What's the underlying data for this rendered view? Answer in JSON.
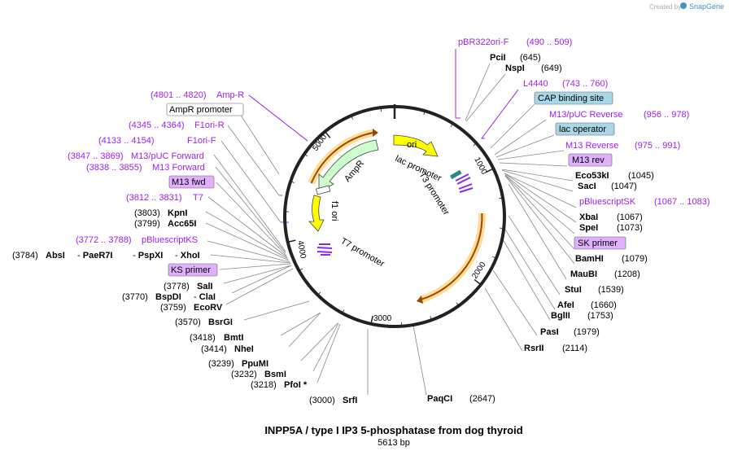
{
  "credit": {
    "created_by": "Created by",
    "brand": "SnapGene"
  },
  "map_title": "INPP5A / type I IP3 5-phosphatase from dog thyroid",
  "map_subtitle": "5613 bp",
  "ring_ticks": [
    "1000",
    "2000",
    "3000",
    "4000",
    "5000"
  ],
  "ring_features": {
    "ori": "ori",
    "lac_promoter": "lac promoter",
    "t3_promoter": "T3 promoter",
    "t7_promoter": "T7 promoter",
    "ampr": "AmpR",
    "f1_ori": "f1 ori"
  },
  "labels": {
    "pbr322": {
      "name": "pBR322ori-F",
      "pos": "(490 .. 509)"
    },
    "pcii": {
      "name": "PciI",
      "pos": "(645)"
    },
    "nspi": {
      "name": "NspI",
      "pos": "(649)"
    },
    "l4440": {
      "name": "L4440",
      "pos": "(743 .. 760)"
    },
    "cap": {
      "name": "CAP binding site"
    },
    "m13puc_rev": {
      "name": "M13/pUC Reverse",
      "pos": "(956 .. 978)"
    },
    "lac_operator": {
      "name": "lac operator"
    },
    "m13_reverse": {
      "name": "M13 Reverse",
      "pos": "(975 .. 991)"
    },
    "m13_rev": {
      "name": "M13 rev"
    },
    "eco53ki": {
      "name": "Eco53kI",
      "pos": "(1045)"
    },
    "saci": {
      "name": "SacI",
      "pos": "(1047)"
    },
    "pbluescriptsk": {
      "name": "pBluescriptSK",
      "pos": "(1067 .. 1083)"
    },
    "xbai": {
      "name": "XbaI",
      "pos": "(1067)"
    },
    "spei": {
      "name": "SpeI",
      "pos": "(1073)"
    },
    "sk_primer": {
      "name": "SK primer"
    },
    "bamhi": {
      "name": "BamHI",
      "pos": "(1079)"
    },
    "maubi": {
      "name": "MauBI",
      "pos": "(1208)"
    },
    "stui": {
      "name": "StuI",
      "pos": "(1539)"
    },
    "afei": {
      "name": "AfeI",
      "pos": "(1660)"
    },
    "bglii": {
      "name": "BglII",
      "pos": "(1753)"
    },
    "pasi": {
      "name": "PasI",
      "pos": "(1979)"
    },
    "rsrii": {
      "name": "RsrII",
      "pos": "(2114)"
    },
    "paqci": {
      "name": "PaqCI",
      "pos": "(2647)"
    },
    "srfi": {
      "name": "SrfI",
      "pos": "(3000)"
    },
    "pfoi": {
      "name": "PfoI *",
      "pos": "(3218)"
    },
    "bsmi": {
      "name": "BsmI",
      "pos": "(3232)"
    },
    "ppumi": {
      "name": "PpuMI",
      "pos": "(3239)"
    },
    "nhei": {
      "name": "NheI",
      "pos": "(3414)"
    },
    "bmti": {
      "name": "BmtI",
      "pos": "(3418)"
    },
    "bsrgi": {
      "name": "BsrGI",
      "pos": "(3570)"
    },
    "ecorv": {
      "name": "EcoRV",
      "pos": "(3759)"
    },
    "bspdi": {
      "name": "BspDI",
      "pos": "(3770)"
    },
    "clai": {
      "name": "ClaI"
    },
    "sali": {
      "name": "SalI",
      "pos": "(3778)"
    },
    "ks_primer": {
      "name": "KS primer"
    },
    "absi": {
      "name": "AbsI",
      "pos": "(3784)"
    },
    "paer7i": {
      "name": "PaeR7I"
    },
    "pspxi": {
      "name": "PspXI"
    },
    "xhoi": {
      "name": "XhoI"
    },
    "pbluescriptks": {
      "name": "pBluescriptKS",
      "pos": "(3772 .. 3788)"
    },
    "acc65i": {
      "name": "Acc65I",
      "pos": "(3799)"
    },
    "kpni": {
      "name": "KpnI",
      "pos": "(3803)"
    },
    "t7": {
      "name": "T7",
      "pos": "(3812 .. 3831)"
    },
    "m13_fwd": {
      "name": "M13 fwd"
    },
    "m13_forward": {
      "name": "M13 Forward",
      "pos": "(3838 .. 3855)"
    },
    "m13puc_fwd": {
      "name": "M13/pUC Forward",
      "pos": "(3847 .. 3869)"
    },
    "f1ori_f": {
      "name": "F1ori-F",
      "pos": "(4133 .. 4154)"
    },
    "f1ori_r": {
      "name": "F1ori-R",
      "pos": "(4345 .. 4364)"
    },
    "ampr_promoter": {
      "name": "AmpR promoter"
    },
    "amp_r": {
      "name": "Amp-R",
      "pos": "(4801 .. 4820)"
    }
  },
  "colors": {
    "feature_text": "#a020f0",
    "ori_fill": "#ffff00",
    "ampr_fill": "#ccffcc",
    "lac_op_box": "#a8d8e8",
    "primer_box": "#e0b0ff",
    "orf_arrow": "#9a4a00",
    "orf_glow": "#ffdd99"
  }
}
